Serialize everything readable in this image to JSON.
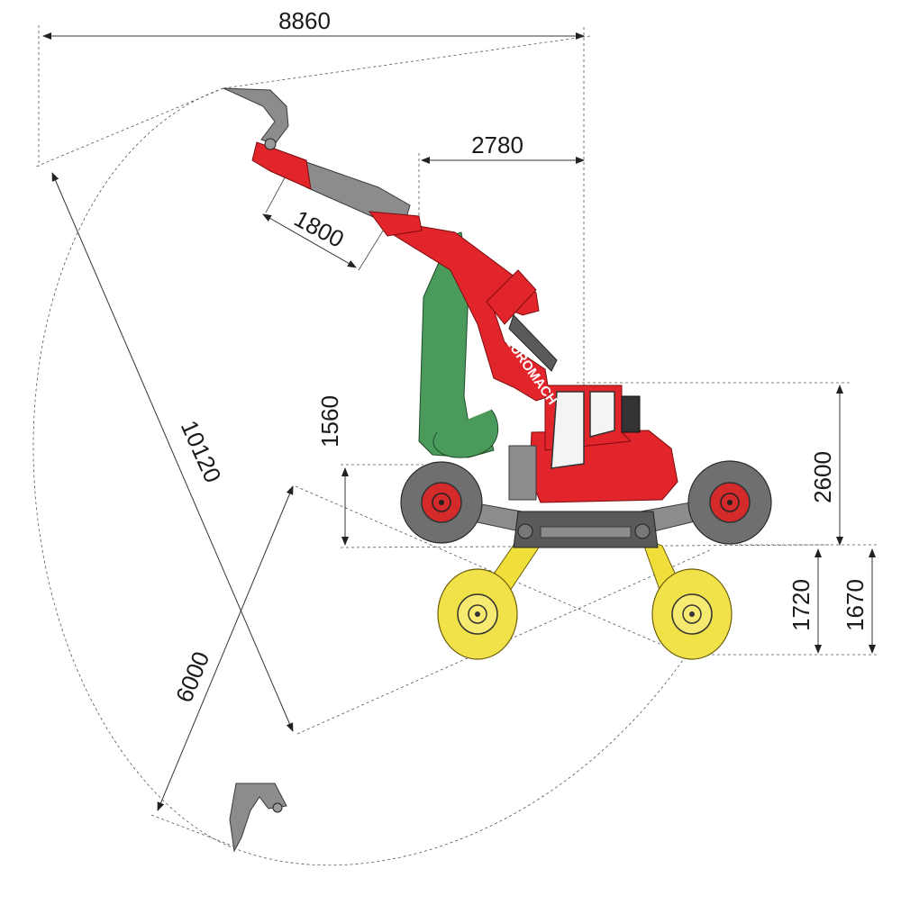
{
  "dimensions": {
    "max_reach_width": "8860",
    "rear_offset": "2780",
    "stick_length": "1800",
    "reach_radius": "10120",
    "dig_depth": "6000",
    "front_height": "1560",
    "cab_height": "2600",
    "leg_depth_a": "1720",
    "leg_depth_b": "1670"
  },
  "branding": {
    "logo_text": "EUROMACH"
  },
  "colors": {
    "body": "#e2242b",
    "arm_alt_position": "#4a9a5b",
    "lowered_wheels": "#f2e24a",
    "chassis": "#8c8c8c"
  }
}
